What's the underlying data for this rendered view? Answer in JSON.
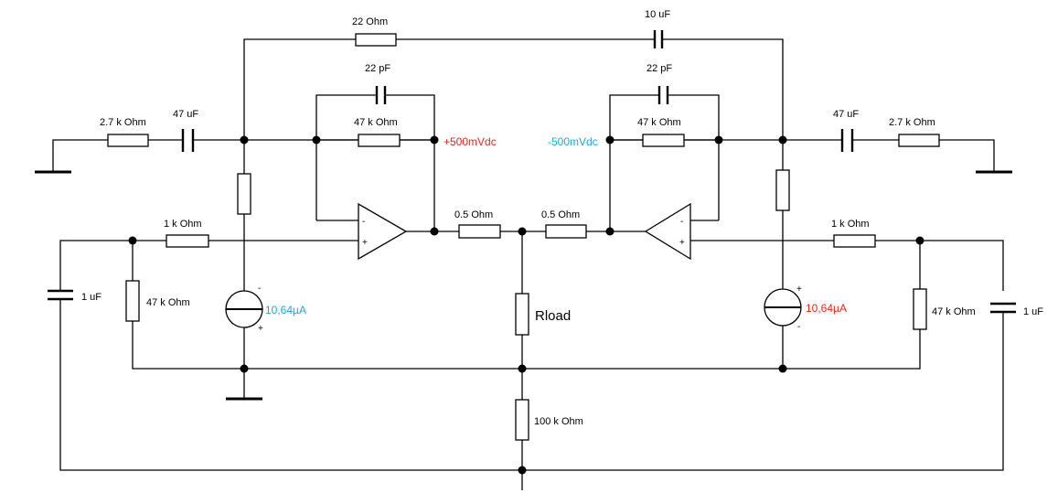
{
  "colors": {
    "red": "#e8261b",
    "blue": "#1ea7d8"
  },
  "labels": {
    "top_resistor": "22  Ohm",
    "top_capacitor": "10 uF",
    "left_feedback_cap": "22 pF",
    "right_feedback_cap": "22 pF",
    "left_feedback_res": "47 k Ohm",
    "right_feedback_res": "47 k Ohm",
    "left_input_res": "2.7 k Ohm",
    "right_input_res": "2.7 k Ohm",
    "left_input_cap": "47 uF",
    "right_input_cap": "47 uF",
    "left_out_voltage": "+500mVdc",
    "right_out_voltage": "-500mVdc",
    "left_series_res": "0.5  Ohm",
    "right_series_res": "0.5  Ohm",
    "left_plus_res": "1 k Ohm",
    "right_plus_res": "1 k Ohm",
    "left_cap_1uf": "1 uF",
    "right_cap_1uf": "1 uF",
    "left_shunt_res": "47 k Ohm",
    "right_shunt_res": "47 k Ohm",
    "left_current": "10,64µA",
    "right_current": "10,64µA",
    "load": "Rload",
    "bottom_res": "100 k Ohm",
    "minus": "-",
    "plus": "+"
  }
}
